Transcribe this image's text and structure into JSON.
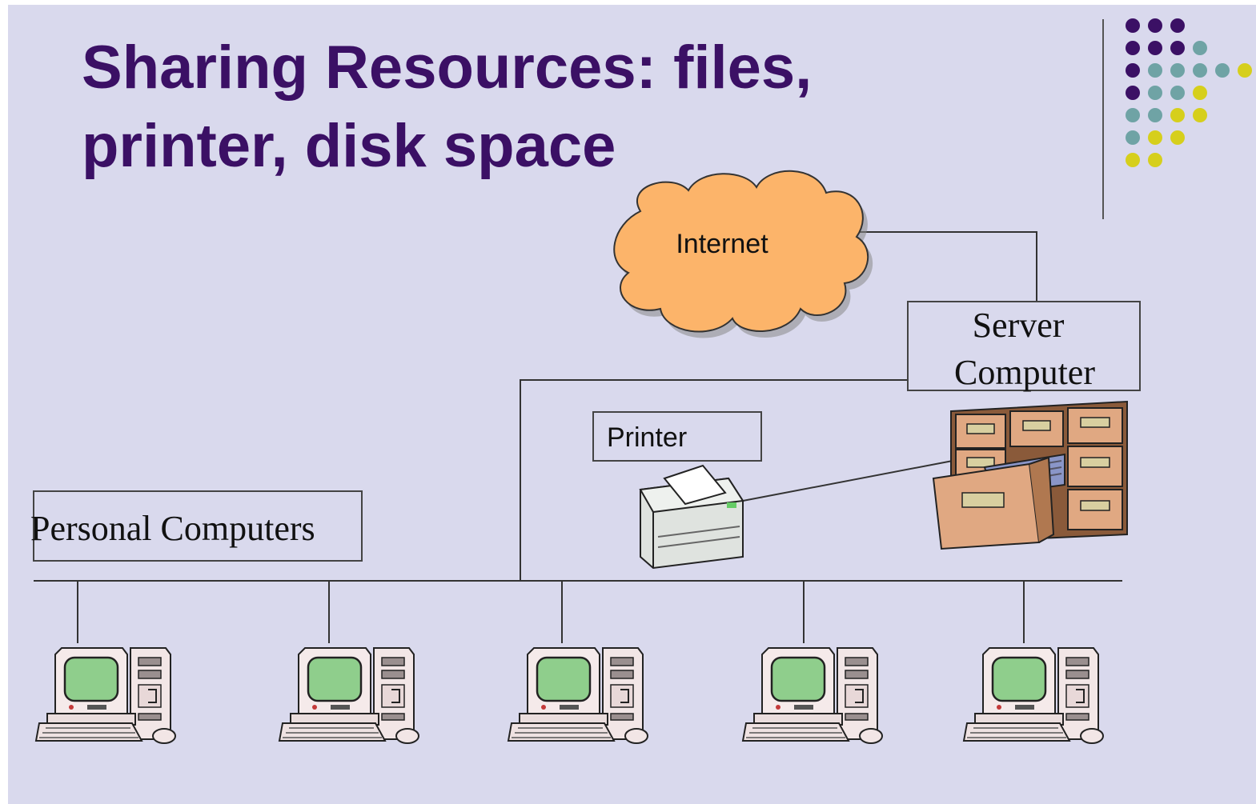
{
  "slide": {
    "title_line1": "Sharing Resources: files,",
    "title_line2": "printer, disk space"
  },
  "labels": {
    "internet": "Internet",
    "server_line1": "Server",
    "server_line2": "Computer",
    "printer": "Printer",
    "personal": "Personal Computers"
  },
  "colors": {
    "background": "#d9d9ed",
    "title": "#3b1065",
    "cloud": "#fcb46a",
    "screen": "#8fce8c",
    "dot_purple": "#3b1065",
    "dot_teal": "#6fa3a5",
    "dot_yellow": "#d6cf1c"
  },
  "icons": {
    "cloud": "internet-cloud-icon",
    "printer": "printer-icon",
    "file_cabinet": "file-cabinet-icon",
    "computer": "desktop-computer-icon",
    "decoration": "dot-grid-decoration"
  }
}
